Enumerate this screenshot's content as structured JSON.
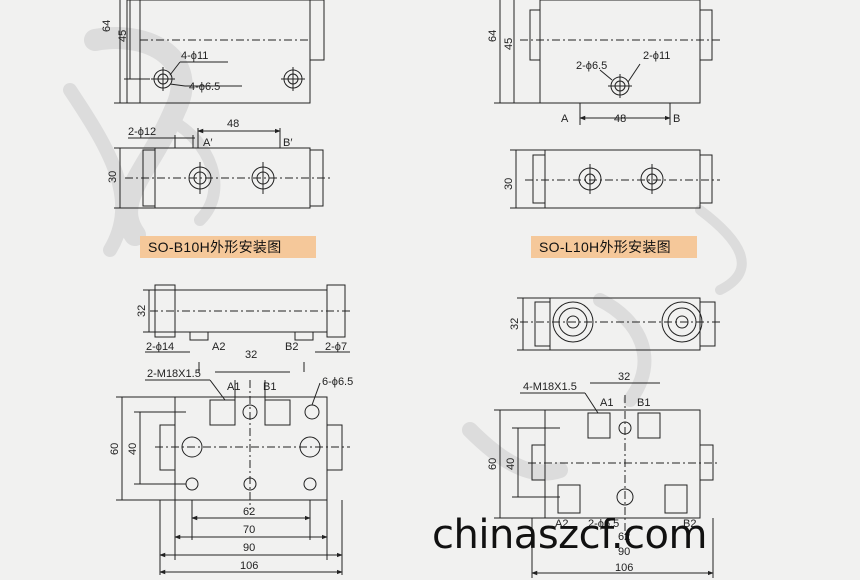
{
  "captions": {
    "left": "SO-B10H外形安装图",
    "right": "SO-L10H外形安装图"
  },
  "watermark": {
    "domain": "chinaszcf.com"
  },
  "dims": {
    "d64": "64",
    "d45": "45",
    "d48": "48",
    "d30": "30",
    "d32": "32",
    "d60": "60",
    "d40": "40",
    "d62": "62",
    "d70": "70",
    "d90": "90",
    "d106": "106",
    "phi11_4": "4-ϕ11",
    "phi65_4": "4-ϕ6.5",
    "phi65_2": "2-ϕ6.5",
    "phi11_2": "2-ϕ11",
    "phi12_2": "2-ϕ12",
    "phi14_2": "2-ϕ14",
    "phi7_2": "2-ϕ7",
    "m18_2": "2-M18X1.5",
    "m18_4": "4-M18X1.5",
    "phi65_6": "6-ϕ6.5",
    "phi65_2b": "2-ϕ6.5"
  },
  "ports": {
    "a": "A",
    "b": "B",
    "a1": "A1",
    "b1": "B1",
    "a2": "A2",
    "b2": "B2",
    "a_prime": "A′",
    "b_prime": "B′"
  },
  "colors": {
    "line": "#222222",
    "caption_bg": "#f5c89a",
    "background": "#f1f1f0"
  }
}
